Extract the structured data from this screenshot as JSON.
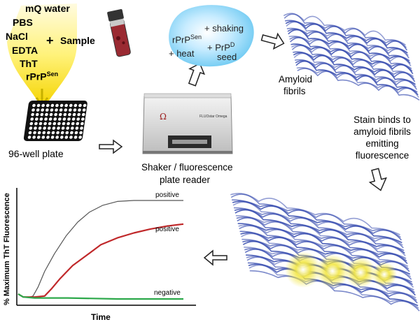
{
  "reagents": {
    "water": "mQ water",
    "pbs": "PBS",
    "nacl": "NaCl",
    "edta": "EDTA",
    "tht": "ThT",
    "rprp_base": "rPrP",
    "rprp_sup": "Sen"
  },
  "plus": "+",
  "sample_label": "Sample",
  "plate_label": "96-well plate",
  "reader": {
    "label_line1": "Shaker / fluorescence",
    "label_line2": "plate reader",
    "brand": "FLUOstar Omega",
    "logo": "Ω"
  },
  "reaction": {
    "shaking": "+ shaking",
    "rprp_base": "rPrP",
    "rprp_sup": "Sen",
    "heat": "+ heat",
    "prp_prefix": "+ PrP",
    "prp_sup": "D",
    "seed": "seed"
  },
  "fibrils_label_line1": "Amyloid",
  "fibrils_label_line2": "fibrils",
  "stain_text": [
    "Stain binds to",
    "amyloid fibrils",
    "emitting",
    "fluorescence"
  ],
  "colors": {
    "positive_fast": "#555555",
    "positive_slow": "#c0282a",
    "negative": "#2ca84a",
    "fibril": "#3a4fb0",
    "glow": "#f2e642"
  },
  "chart_data": {
    "type": "line",
    "ylabel": "% Maximum ThT Fluorescence",
    "xlabel": "Time",
    "series": [
      {
        "name": "positive",
        "x": [
          0,
          0.03,
          0.07,
          0.09,
          0.12,
          0.16,
          0.22,
          0.29,
          0.36,
          0.43,
          0.51,
          0.6,
          0.7,
          0.8,
          1.0
        ],
        "values": [
          0.05,
          0.02,
          0.02,
          0.03,
          0.12,
          0.28,
          0.46,
          0.64,
          0.78,
          0.88,
          0.95,
          0.99,
          1.0,
          1.0,
          1.0
        ]
      },
      {
        "name": "positive",
        "x": [
          0,
          0.03,
          0.1,
          0.16,
          0.2,
          0.25,
          0.33,
          0.42,
          0.5,
          0.6,
          0.7,
          0.8,
          0.9,
          1.0
        ],
        "values": [
          0.05,
          0.02,
          0.02,
          0.03,
          0.1,
          0.2,
          0.34,
          0.45,
          0.55,
          0.62,
          0.67,
          0.71,
          0.74,
          0.76
        ]
      },
      {
        "name": "negative",
        "x": [
          0,
          0.03,
          0.1,
          0.3,
          0.6,
          1.0
        ],
        "values": [
          0.05,
          0.02,
          0.01,
          0.01,
          0.0,
          0.0
        ]
      }
    ]
  }
}
